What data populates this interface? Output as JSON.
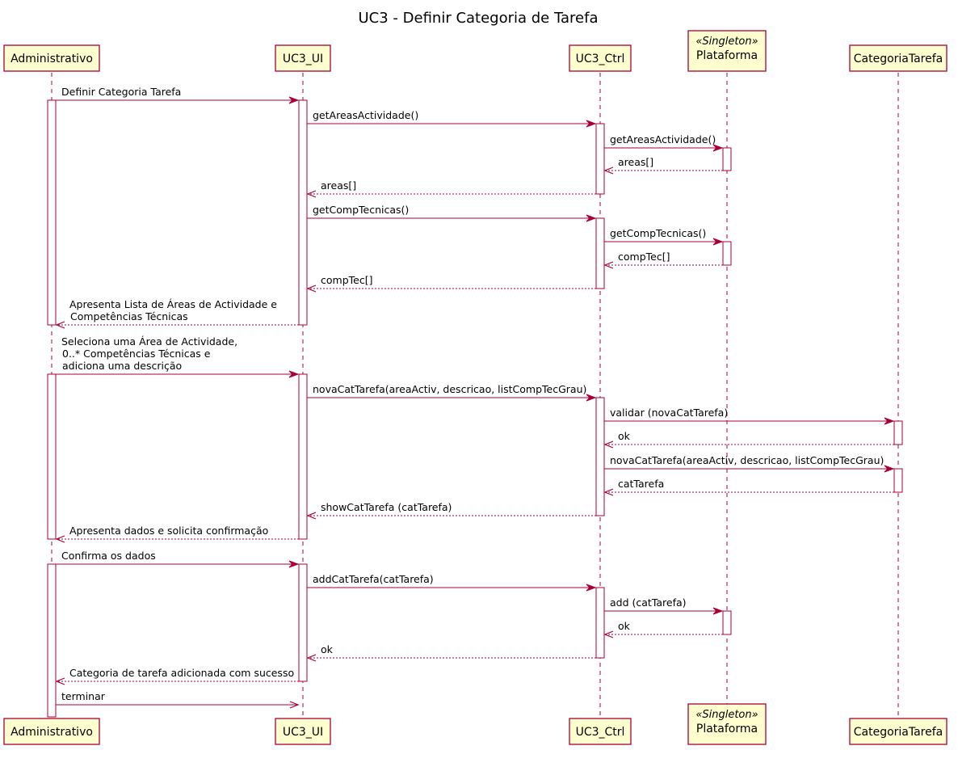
{
  "title": "UC3 - Definir Categoria de Tarefa",
  "participants": [
    {
      "id": "admin",
      "label": "Administrativo"
    },
    {
      "id": "ui",
      "label": "UC3_UI"
    },
    {
      "id": "ctrl",
      "label": "UC3_Ctrl"
    },
    {
      "id": "plat",
      "label": "Plataforma",
      "stereotype": "«Singleton»"
    },
    {
      "id": "cat",
      "label": "CategoriaTarefa"
    }
  ],
  "messages": [
    {
      "from": "admin",
      "to": "ui",
      "type": "sync",
      "lines": [
        "Definir Categoria Tarefa"
      ]
    },
    {
      "from": "ui",
      "to": "ctrl",
      "type": "sync",
      "lines": [
        "getAreasActividade()"
      ]
    },
    {
      "from": "ctrl",
      "to": "plat",
      "type": "sync",
      "lines": [
        "getAreasActividade()"
      ]
    },
    {
      "from": "plat",
      "to": "ctrl",
      "type": "reply",
      "lines": [
        "areas[]"
      ]
    },
    {
      "from": "ctrl",
      "to": "ui",
      "type": "reply",
      "lines": [
        "areas[]"
      ]
    },
    {
      "from": "ui",
      "to": "ctrl",
      "type": "sync",
      "lines": [
        "getCompTecnicas()"
      ]
    },
    {
      "from": "ctrl",
      "to": "plat",
      "type": "sync",
      "lines": [
        "getCompTecnicas()"
      ]
    },
    {
      "from": "plat",
      "to": "ctrl",
      "type": "reply",
      "lines": [
        "compTec[]"
      ]
    },
    {
      "from": "ctrl",
      "to": "ui",
      "type": "reply",
      "lines": [
        "compTec[]"
      ]
    },
    {
      "from": "ui",
      "to": "admin",
      "type": "reply",
      "lines": [
        "Apresenta Lista de Áreas de Actividade e",
        "Competências Técnicas"
      ]
    },
    {
      "from": "admin",
      "to": "ui",
      "type": "sync",
      "lines": [
        "Seleciona uma Área de Actividade,",
        "0..* Competências Técnicas e",
        "adiciona uma descrição"
      ]
    },
    {
      "from": "ui",
      "to": "ctrl",
      "type": "sync",
      "lines": [
        "novaCatTarefa(areaActiv, descricao, listCompTecGrau)"
      ]
    },
    {
      "from": "ctrl",
      "to": "cat",
      "type": "sync",
      "lines": [
        "validar (novaCatTarefa)"
      ]
    },
    {
      "from": "cat",
      "to": "ctrl",
      "type": "reply",
      "lines": [
        "ok"
      ]
    },
    {
      "from": "ctrl",
      "to": "cat",
      "type": "sync",
      "lines": [
        "novaCatTarefa(areaActiv, descricao, listCompTecGrau)"
      ]
    },
    {
      "from": "cat",
      "to": "ctrl",
      "type": "reply",
      "lines": [
        "catTarefa"
      ]
    },
    {
      "from": "ctrl",
      "to": "ui",
      "type": "reply",
      "lines": [
        "showCatTarefa (catTarefa)"
      ]
    },
    {
      "from": "ui",
      "to": "admin",
      "type": "reply",
      "lines": [
        "Apresenta dados e solicita confirmação"
      ]
    },
    {
      "from": "admin",
      "to": "ui",
      "type": "sync",
      "lines": [
        "Confirma os dados"
      ]
    },
    {
      "from": "ui",
      "to": "ctrl",
      "type": "sync",
      "lines": [
        "addCatTarefa(catTarefa)"
      ]
    },
    {
      "from": "ctrl",
      "to": "plat",
      "type": "sync",
      "lines": [
        "add (catTarefa)"
      ]
    },
    {
      "from": "plat",
      "to": "ctrl",
      "type": "reply",
      "lines": [
        "ok"
      ]
    },
    {
      "from": "ctrl",
      "to": "ui",
      "type": "reply",
      "lines": [
        "ok"
      ]
    },
    {
      "from": "ui",
      "to": "admin",
      "type": "reply",
      "lines": [
        "Categoria de tarefa adicionada com sucesso"
      ]
    },
    {
      "from": "admin",
      "to": "ui",
      "type": "async",
      "lines": [
        "terminar"
      ]
    }
  ],
  "colors": {
    "participant_fill": "#FEFECE",
    "line": "#A80036",
    "activation_fill": "#FFFFFF",
    "text": "#000000"
  }
}
